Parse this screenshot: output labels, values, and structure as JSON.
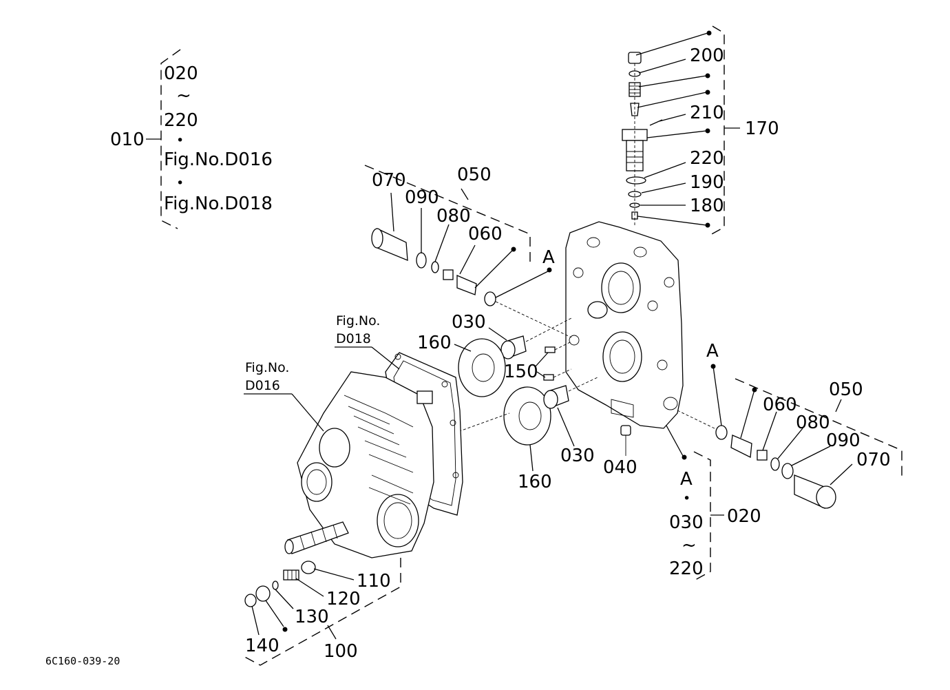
{
  "drawing_code": "6C160-039-20",
  "left_group": {
    "parent": "010",
    "items": [
      "020",
      "~",
      "220",
      "•",
      "Fig.No.D016",
      "•",
      "Fig.No.D018"
    ]
  },
  "top_right_group": {
    "parent": "170",
    "items": [
      "200",
      "210",
      "220",
      "190",
      "180"
    ]
  },
  "bottom_right_group": {
    "parent": "020",
    "items": [
      "A",
      "•",
      "030",
      "~",
      "220"
    ]
  },
  "left_valve": {
    "parent": "050",
    "items": [
      "070",
      "090",
      "080",
      "060"
    ],
    "ref": "A"
  },
  "right_valve": {
    "parent": "050",
    "items": [
      "060",
      "080",
      "090",
      "070"
    ],
    "ref": "A"
  },
  "center_labels": {
    "l030a": "030",
    "l160a": "160",
    "l150": "150",
    "l030b": "030",
    "l160b": "160",
    "l040": "040"
  },
  "fig_refs": {
    "d018_line1": "Fig.No.",
    "d018_line2": "D018",
    "d016_line1": "Fig.No.",
    "d016_line2": "D016"
  },
  "bottom_left_group": {
    "parent": "100",
    "items": [
      "110",
      "120",
      "130",
      "140"
    ]
  }
}
